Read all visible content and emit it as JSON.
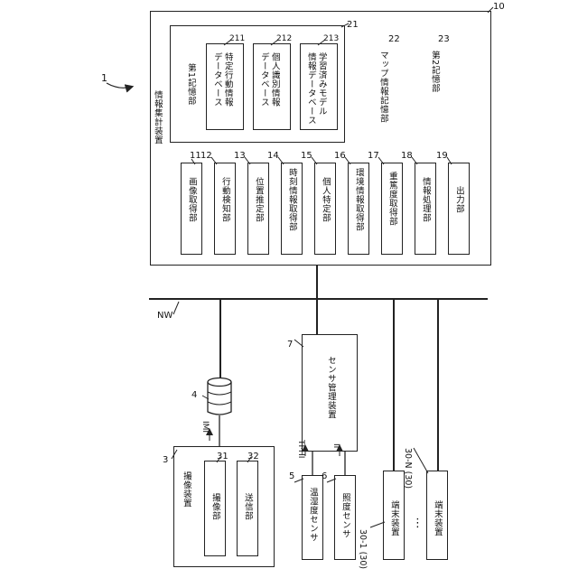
{
  "system_ref": "1",
  "network": {
    "label": "NW"
  },
  "aggregator": {
    "ref": "10",
    "title": "情報集計装置",
    "storage1": {
      "ref": "21",
      "label": "第1記憶部",
      "db": [
        {
          "ref": "211",
          "label": "特定行動情報\nデータベース"
        },
        {
          "ref": "212",
          "label": "個人識別情報\nデータベース"
        },
        {
          "ref": "213",
          "label": "学習済みモデル\n情報データベース"
        }
      ]
    },
    "map_storage": {
      "ref": "22",
      "label": "マップ情報記憶部"
    },
    "storage2": {
      "ref": "23",
      "label": "第2記憶部"
    },
    "units": [
      {
        "ref": "11",
        "label": "画像取得部"
      },
      {
        "ref": "12",
        "label": "行動検知部"
      },
      {
        "ref": "13",
        "label": "位置推定部"
      },
      {
        "ref": "14",
        "label": "時刻情報取得部"
      },
      {
        "ref": "15",
        "label": "個人特定部"
      },
      {
        "ref": "16",
        "label": "環境情報取得部"
      },
      {
        "ref": "17",
        "label": "重篤度取得部"
      },
      {
        "ref": "18",
        "label": "情報処理部"
      },
      {
        "ref": "19",
        "label": "出力部"
      }
    ]
  },
  "sensor_manager": {
    "ref": "7",
    "label": "センサ管理装置"
  },
  "database_ref": "4",
  "image_info": "IMI",
  "imaging": {
    "ref": "3",
    "label": "撮像装置",
    "capture": {
      "ref": "31",
      "label": "撮像部"
    },
    "sender": {
      "ref": "32",
      "label": "送信部"
    }
  },
  "temp_sensor": {
    "ref": "5",
    "label": "温湿度センサ",
    "signal": "TI·HI"
  },
  "light_sensor": {
    "ref": "6",
    "label": "照度センサ",
    "signal": "II"
  },
  "terminal1": {
    "ref": "30-1 (30)",
    "label": "端末装置"
  },
  "terminalN": {
    "ref": "30-N (30)",
    "label": "端末装置"
  },
  "ellipsis": "⋮"
}
